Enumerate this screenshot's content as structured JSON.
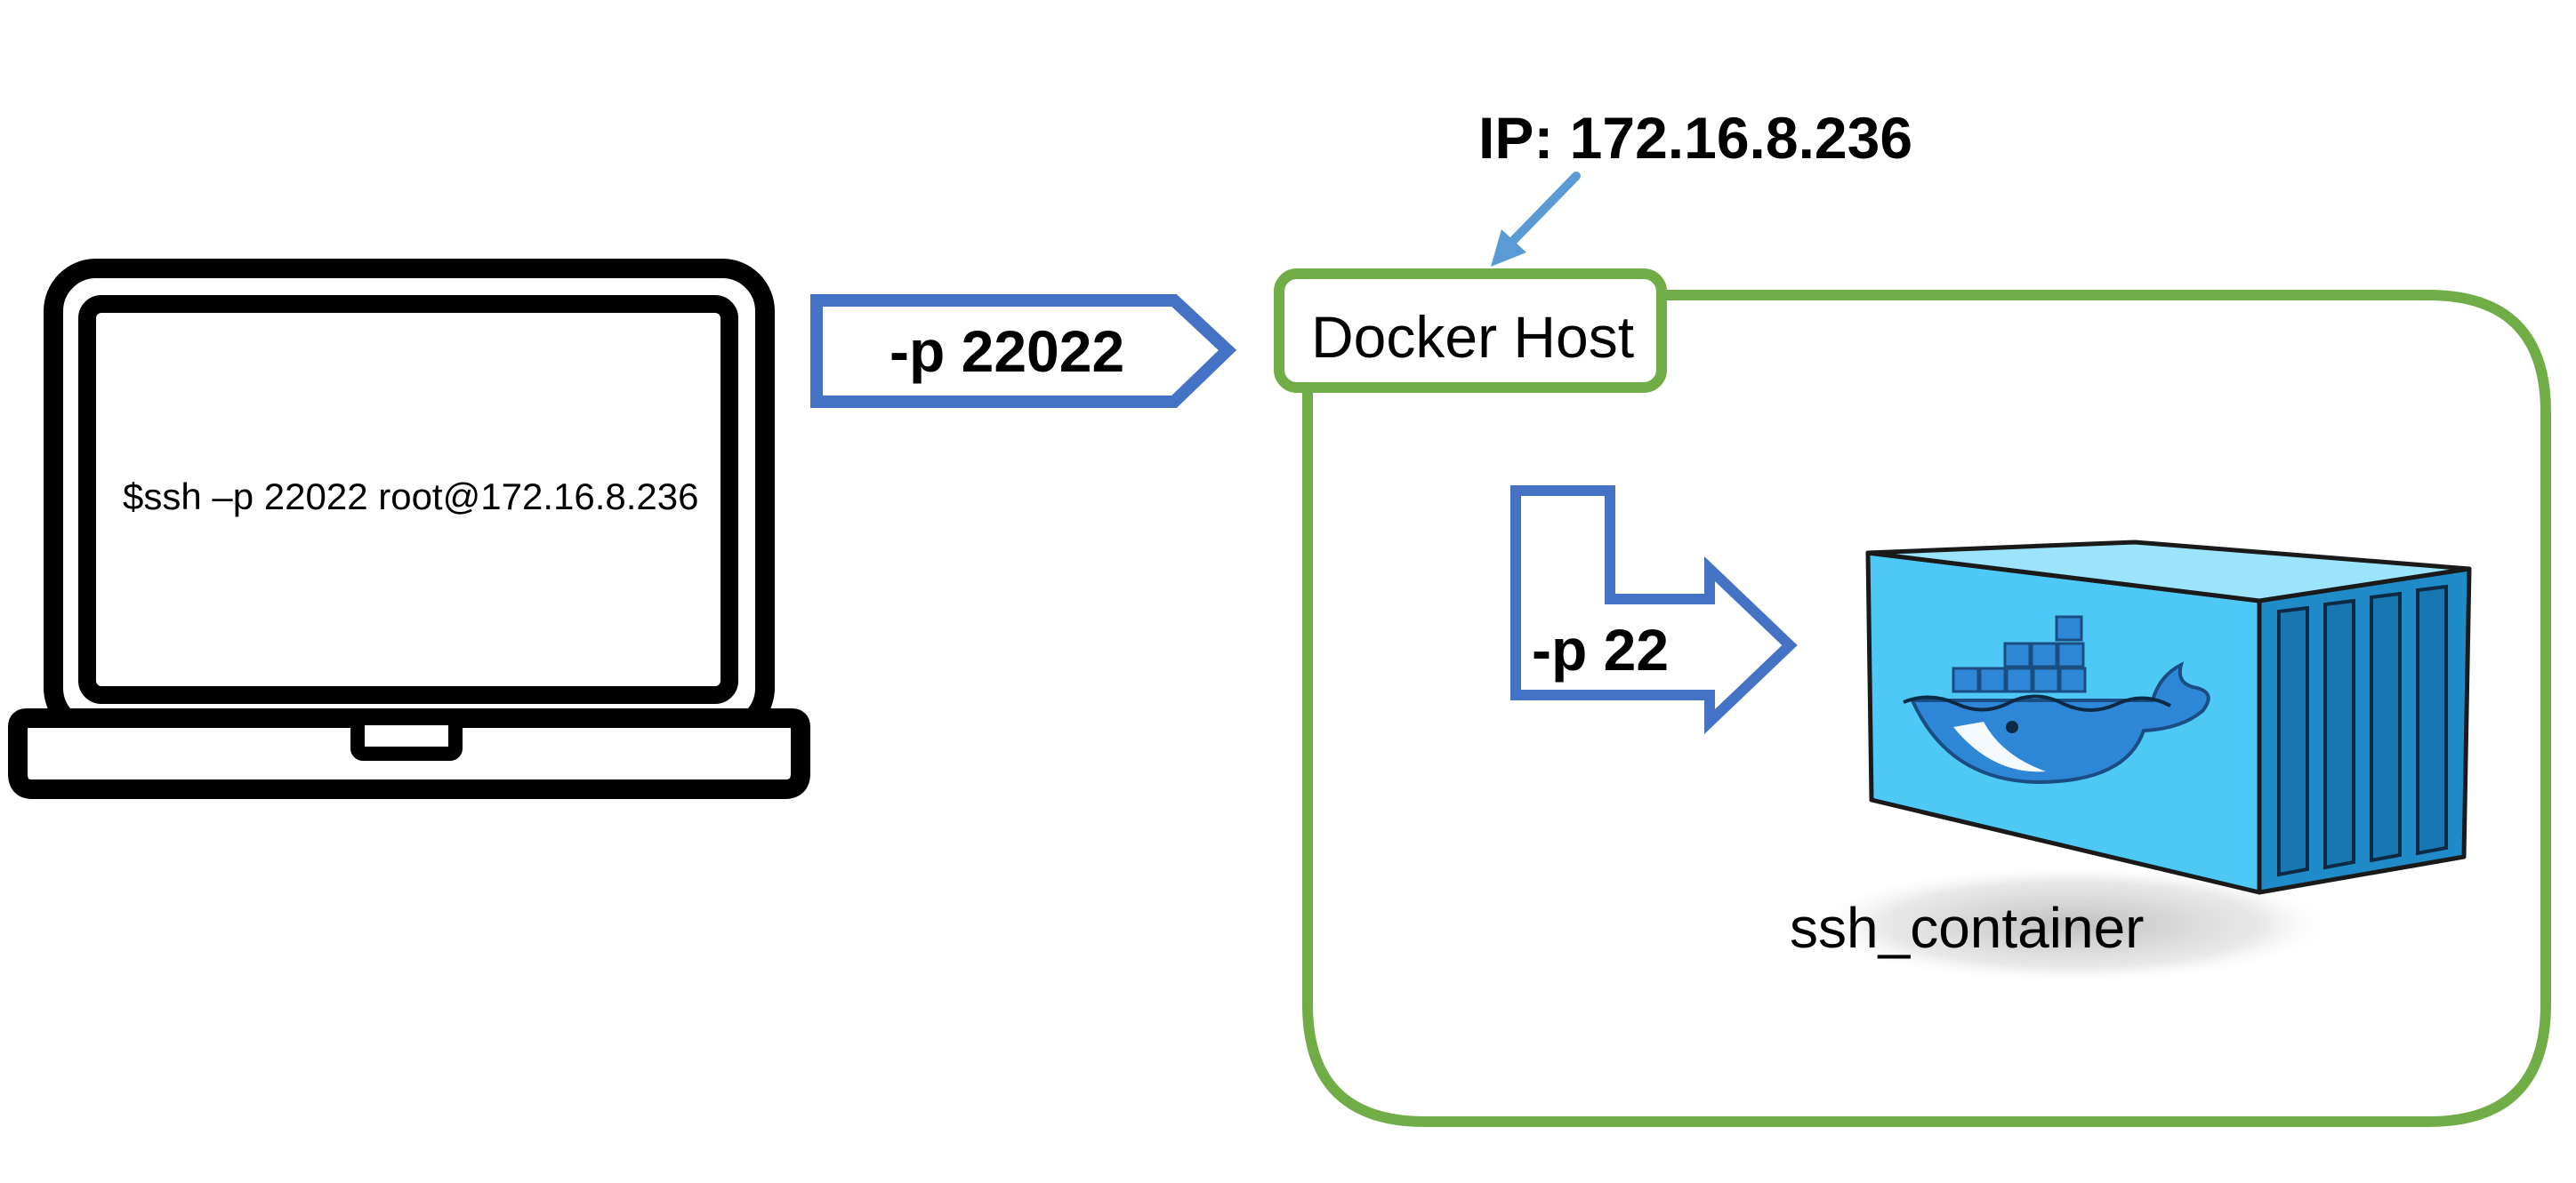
{
  "diagram": {
    "laptop": {
      "command": "$ssh –p 22022 root@172.16.8.236"
    },
    "host_port_arrow": {
      "label": "-p 22022"
    },
    "docker_host": {
      "title": "Docker Host",
      "ip_label": "IP: 172.16.8.236"
    },
    "container_port_arrow": {
      "label": "-p 22"
    },
    "container": {
      "name": "ssh_container"
    }
  },
  "colors": {
    "docker_host_border": "#70AD47",
    "arrow_border": "#4472C4",
    "ip_pointer": "#5B9BD5",
    "container_body": "#4EC9F5",
    "container_side": "#1F8CC9",
    "whale": "#2E86D6"
  }
}
